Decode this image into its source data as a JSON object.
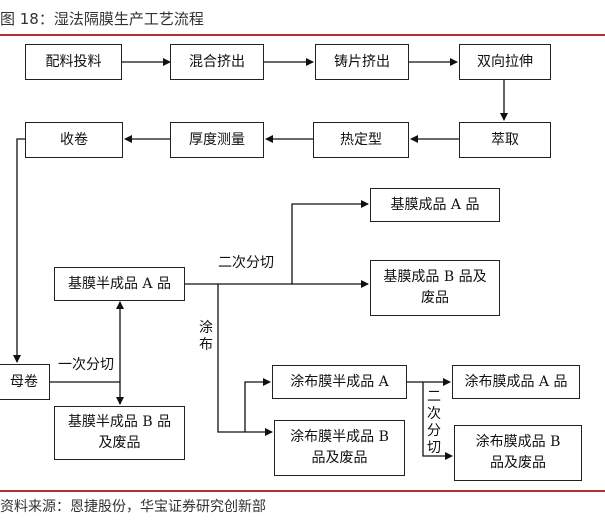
{
  "figure": {
    "title": "图 18：湿法隔膜生产工艺流程",
    "source": "资料来源：恩捷股份，华宝证券研究创新部"
  },
  "steps": {
    "peiliao": "配料投料",
    "hunhe": "混合挤出",
    "zhupian": "铸片挤出",
    "shuangxiang": "双向拉伸",
    "cuiqu": "萃取",
    "reding": "热定型",
    "houdu": "厚度测量",
    "shoujuan": "收卷",
    "mujuan": "母卷",
    "jimo_a": "基膜半成品 A 品",
    "jimo_b": "基膜半成品 B 品\n及废品",
    "cheng_a": "基膜成品 A 品",
    "cheng_b": "基膜成品 B 品及\n废品",
    "tubu_ban_a": "涂布膜半成品 A",
    "tubu_ban_b": "涂布膜半成品 B\n品及废品",
    "tubu_cheng_a": "涂布膜成品 A 品",
    "tubu_cheng_b": "涂布膜成品 B\n品及废品"
  },
  "edge_labels": {
    "yici": "一次分切",
    "erci": "二次分切",
    "tubu": "涂布",
    "erci_v": "二次分切"
  }
}
